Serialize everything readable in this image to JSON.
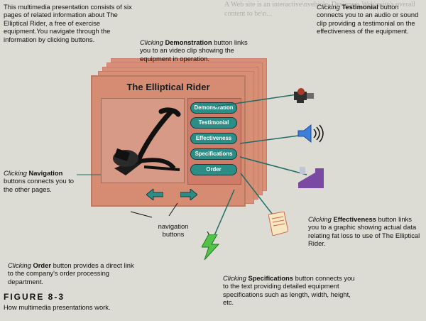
{
  "background_text": "A Web site is an interactive\\nvehicle. Designers Web\\nsite's overall content to be\\n...",
  "figure": {
    "label": "FIGURE 8-3",
    "subtitle": "How multimedia presentations work."
  },
  "presentation": {
    "title": "The Elliptical Rider",
    "buttons": [
      "Demonstration",
      "Testimonial",
      "Effectiveness",
      "Specifications",
      "Order"
    ]
  },
  "captions": {
    "intro": "This multimedia presentation consists of six pages of related information about The Elliptical Rider, a free of exercise equipment.You navigate through the information by clicking buttons.",
    "demonstration": {
      "pre": "Clicking",
      "key": "Demonstration",
      "post": "button links you to an video clip showing the equipment in operation."
    },
    "testimonial": {
      "pre": "Clicking",
      "key": "Testimonial",
      "post": "button connects you to an audio or sound clip providing a testimonial on the effectiveness of the equipment."
    },
    "navigation": {
      "pre": "Clicking",
      "key": "Navigation",
      "post": "buttons connects you to the other pages."
    },
    "nav_label": "navigation buttons",
    "effectiveness": {
      "pre": "Clicking",
      "key": "Effectiveness",
      "post": "button links you to a graphic showing actual data relating fat loss to use of The Elliptical Rider."
    },
    "order": {
      "pre": "Clicking",
      "key": "Order",
      "post": "button provides a direct link to the company's order processing department."
    },
    "specifications": {
      "pre": "Clicking",
      "key": "Specifications",
      "post": "button connects you to the text providing detailed equipment specifications such as length, width, height, etc."
    }
  }
}
